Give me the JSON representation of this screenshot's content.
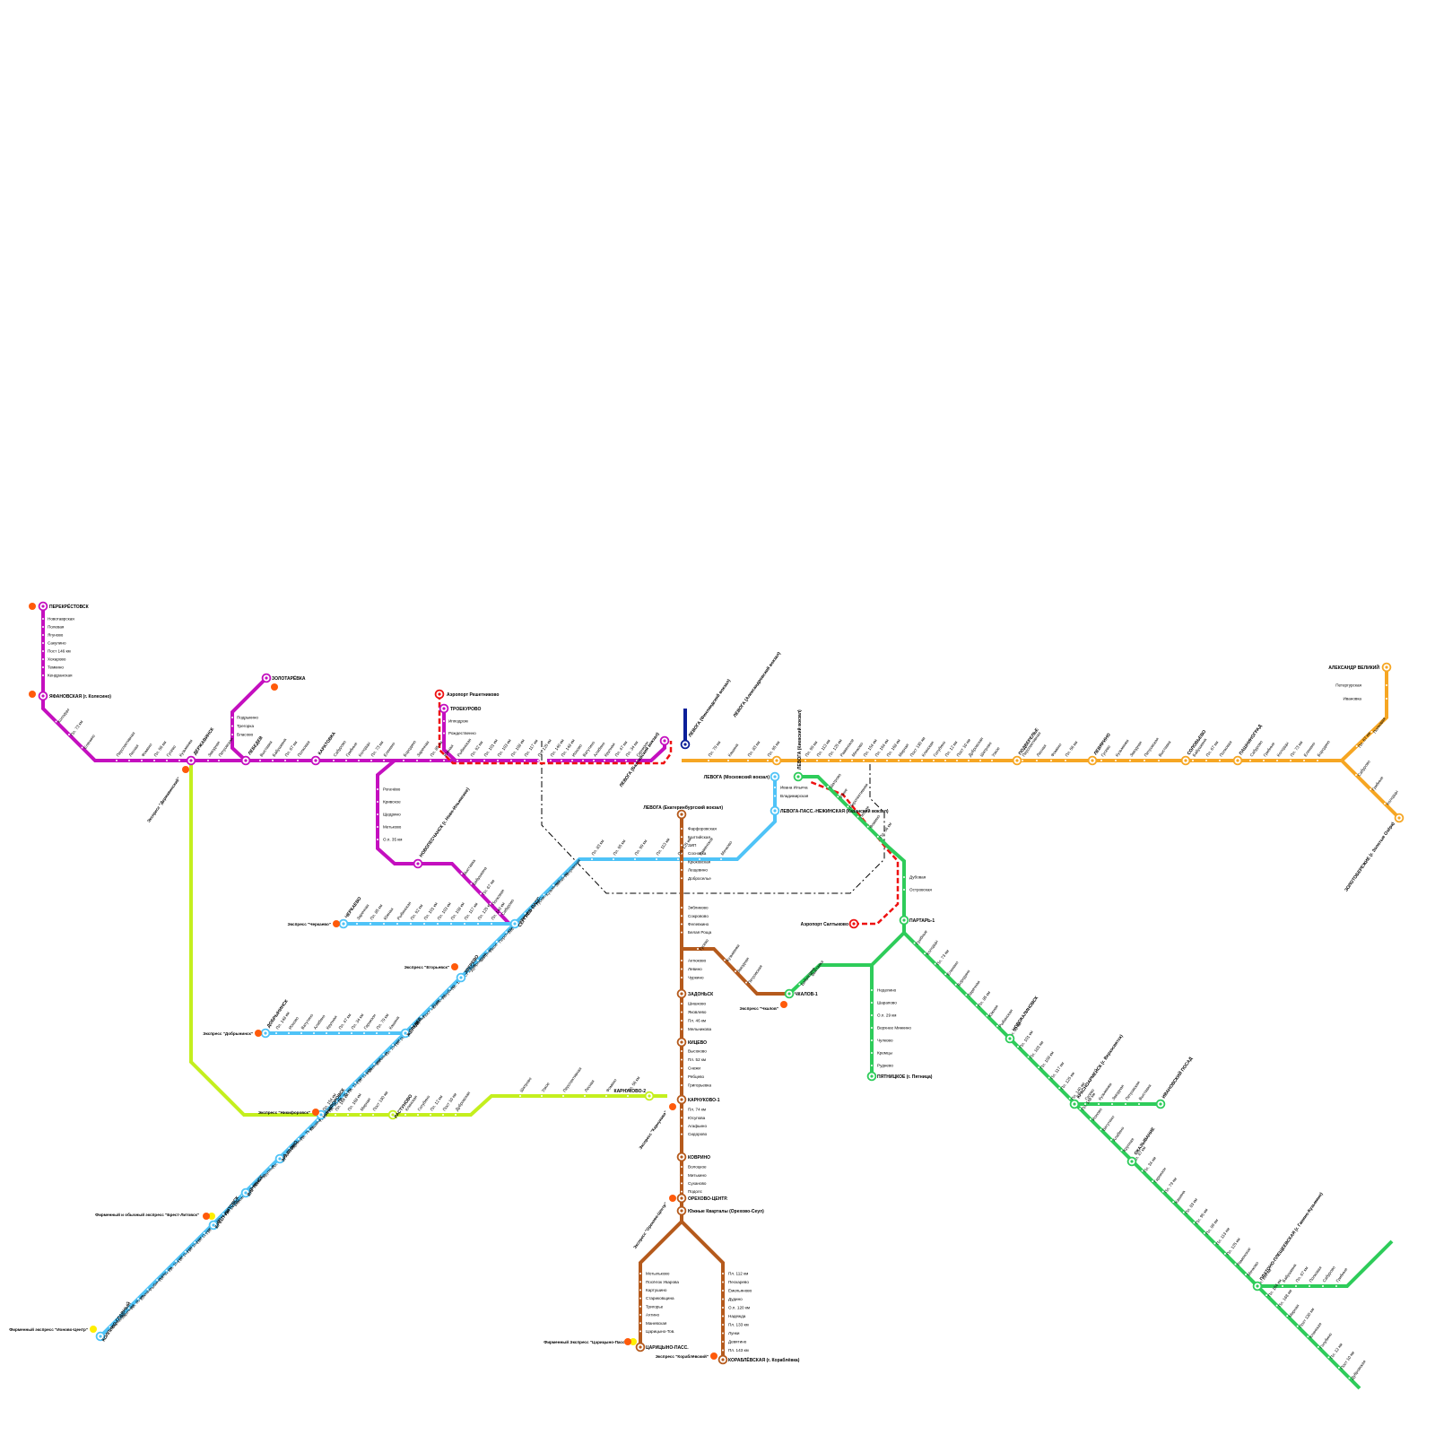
{
  "colors": {
    "magenta": "#c40fbf",
    "orange": "#f6a623",
    "lightblue": "#4fc3f7",
    "brown": "#b55a1c",
    "green": "#2ecc5a",
    "lime": "#c4ef1e",
    "navy": "#0b1f99",
    "airport": "#ee1111",
    "marker_orange": "#ff5a0a",
    "marker_yellow": "#ffee00",
    "zone_border": "#000000"
  },
  "major_stations": [
    "ПЕРЕКРЁСТОВСК",
    "ЯФАНОВСКАЯ (г. Колесино)",
    "ЗОЛОТАРЁВКА",
    "ДЕРЖАВИНСК",
    "ЛЕБЕДЕВ",
    "КАРАТОВКА",
    "ТРОЕКУРОВО",
    "Аэропорт Решетниково",
    "НОВОПЕСЧАНСК (г. Ново-Ильинское)",
    "ЛЕВОГА (Балтийский вокзал)",
    "ЛЕВОГА (Финляндский вокзал)",
    "ЛЕВОГА (Александровский вокзал)",
    "ЛЕВОГА (Московский вокзал)",
    "ЛЕВОГА-ПАСС.-НЕЖИНСКАЯ (Казанский вокзал)",
    "ЛЕВОГА (Киевский вокзал)",
    "ЛЕВОГА (Екатеринбургский вокзал)",
    "ПОДВЕРЕЛЬЕ",
    "ЛЕВЯРИНО",
    "СОЛОВЬЕВО",
    "ПАШНИНОГРАД",
    "АЛЕКСАНДР ВЕЛИКИЙ",
    "ЗОЛОТОБЕРЕЖИЕ (г. Золотые Озёра)",
    "ПАРТАРЬ-1",
    "Аэропорт Салтыково",
    "ЧКАЛОВ-1",
    "ПЯТНИЦКОЕ (г. Пятница)",
    "ЗАДОНЬСК",
    "КИЦЕВО",
    "КАРНУКОВО-1",
    "КАРНУКОВО-2",
    "КОВРИНО",
    "ОРЕХОВО-ЦЕНТР.",
    "Южные Кварталы (Орехово-Сеул)",
    "ЦАРИЦЫНО-ПАСС.",
    "КОРАБЛЁВСКАЯ (г. Кораблёвка)",
    "НОВОКАЛИНОВСК",
    "КРАСНОАРМЕЙСК (г. Верхосвятск)",
    "ИВАНОВСКИЙ ПОСАД",
    "ОКАЗЫВАНИЕ",
    "ПЛАТОНО-ПЛЕЩЕЕВСКАЯ (г. Ганино-Кузьмино)",
    "СЕРГИЕВ-ПАСС.",
    "ЗВЕРЕВО",
    "ДОБРЫНИНСК",
    "ЧЕРКАЕВО",
    "ЖЁЛУДЕВ",
    "НИКИФОРОВСК",
    "РАСТУНОВО",
    "ЭРАКСОНО",
    "ВЯРТЕНСК",
    "БРЕСТ-ЛИТОВСК",
    "КОЛПИНО-ГЛАВНЫЙ"
  ],
  "stations": {
    "magenta_north": [
      "Новотаврская",
      "Полевая",
      "Ягуново",
      "Сакулино",
      "Пост 146 км",
      "Хохарово",
      "Темкино",
      "Кендранская"
    ],
    "magenta_z": [
      "Подрыкино",
      "Трегорка",
      "Власово"
    ],
    "magenta_z_top": [
      "Чайково",
      "Рубеженская"
    ],
    "troekurovo": [
      "Ипподром",
      "Рождественно"
    ],
    "magenta_south": [
      "Рогачёво",
      "Кривское",
      "Щедрино",
      "Метьково",
      "О.п. 35 км"
    ],
    "brown_main": [
      "Фарфоровская",
      "Балтийская",
      "ЗИП",
      "Сосновка",
      "Крюковская",
      "Лещевино",
      "Доброселье",
      "Зябликово",
      "Сокровово",
      "Фелевкино",
      "Белая Роща",
      "Актюково",
      "Левино",
      "Чуркино",
      "Шишково",
      "Яковлево",
      "Пл. 46 км",
      "Мельникова",
      "Высоково",
      "Пл. 52 км",
      "Снежи",
      "Рябцево",
      "Григорьевка",
      "Пл. 74 км",
      "Юсупова",
      "Агафьино",
      "Сидорово",
      "Волоцкое",
      "Митькино",
      "Суханово",
      "Подолс"
    ],
    "brown_left": [
      "Мотыльково",
      "Посёлок Уварова",
      "Картушино",
      "Стариковщина",
      "Тригорье",
      "Ахтино",
      "Маневская",
      "Царицыно-Тов."
    ],
    "brown_right": [
      "Пл. 112 км",
      "Пескарево",
      "Емельяново",
      "Дудино",
      "О.п. 120 км",
      "Надежда",
      "Пл. 133 км",
      "Лунки",
      "Девятино",
      "Пл. 143 км"
    ],
    "green_south": [
      "Дубовая",
      "Островская"
    ],
    "green_fork": [
      "Неделино",
      "Шарапово",
      "О.п. 29 км",
      "Верхнее Минкино",
      "Чулково",
      "Кремцы",
      "Руднево"
    ],
    "orange_north": [
      "Петергурская",
      "Ивановка"
    ],
    "moscow_branch": [
      "Ивана Ильича",
      "Владимирская"
    ],
    "lime_top": [
      "Пл. 260 км",
      "Пл. 271 км",
      "Пл. 277 км",
      "О.п. 277 км",
      "Рыкино",
      "Ровенск",
      "О.п. 300 км",
      "Пл. 316 км",
      "Игнатьевское",
      "Садовая"
    ],
    "diagonal_labels": [
      "Перспективная",
      "Лесная",
      "Фомино",
      "Пл. 56 км",
      "Гусево",
      "Кузьминки",
      "Звездная",
      "Петровская",
      "Выставка",
      "Бабушкина",
      "Пл. 67 км",
      "Полковая",
      "Сабурово",
      "Грибные",
      "Колодцы",
      "Пл. 73 км",
      "Еленино",
      "Бородино",
      "Заречная",
      "Пл. 85 км",
      "Южная",
      "Рыбинская",
      "Пл. 92 км",
      "Пл. 101 км",
      "Пл. 103 км",
      "Пл. 108 км",
      "Пл. 117 км",
      "Пл. 125 км",
      "Пл. 140 км",
      "Пл. 148 км",
      "Ионово",
      "Ватутино",
      "Алабино",
      "Крупная",
      "Пл. 47 км",
      "Пл. 34 км",
      "Гарнизон",
      "Пл. 79 км",
      "Кашина",
      "Пл. 83 км",
      "Пл. 95 км",
      "Пл. 99 км",
      "Пл. 113 км",
      "Пл. 125 км",
      "Раменское",
      "Мячково",
      "Пл. 154 км",
      "Пл. 164 км",
      "Пл. 168 км",
      "Мирная",
      "Пост 130 км",
      "Клинская",
      "Голубино",
      "Пл. 12 км",
      "Пост 10 км",
      "Дубровская",
      "Шатрово",
      "Узкое"
    ]
  },
  "express": [
    "Экспресс \"Державинский\"",
    "Экспресс \"Черкаево\"",
    "Экспресс \"Егорьевск\"",
    "Экспресс \"Добрынинск\"",
    "Экспресс \"Никифоровск\"",
    "Фирменный и обычный экспресс \"Брест-Литовск\"",
    "Фирменный экспресс \"Ионово-Центр\"",
    "Экспресс \"Чкалов\"",
    "Экспресс \"Карнуково\"",
    "Экспресс \"Орехово-Центр\"",
    "Фирменный Экспресс \"Царицыно-Пасс.\"",
    "Экспресс \"Кораблёвский\""
  ]
}
